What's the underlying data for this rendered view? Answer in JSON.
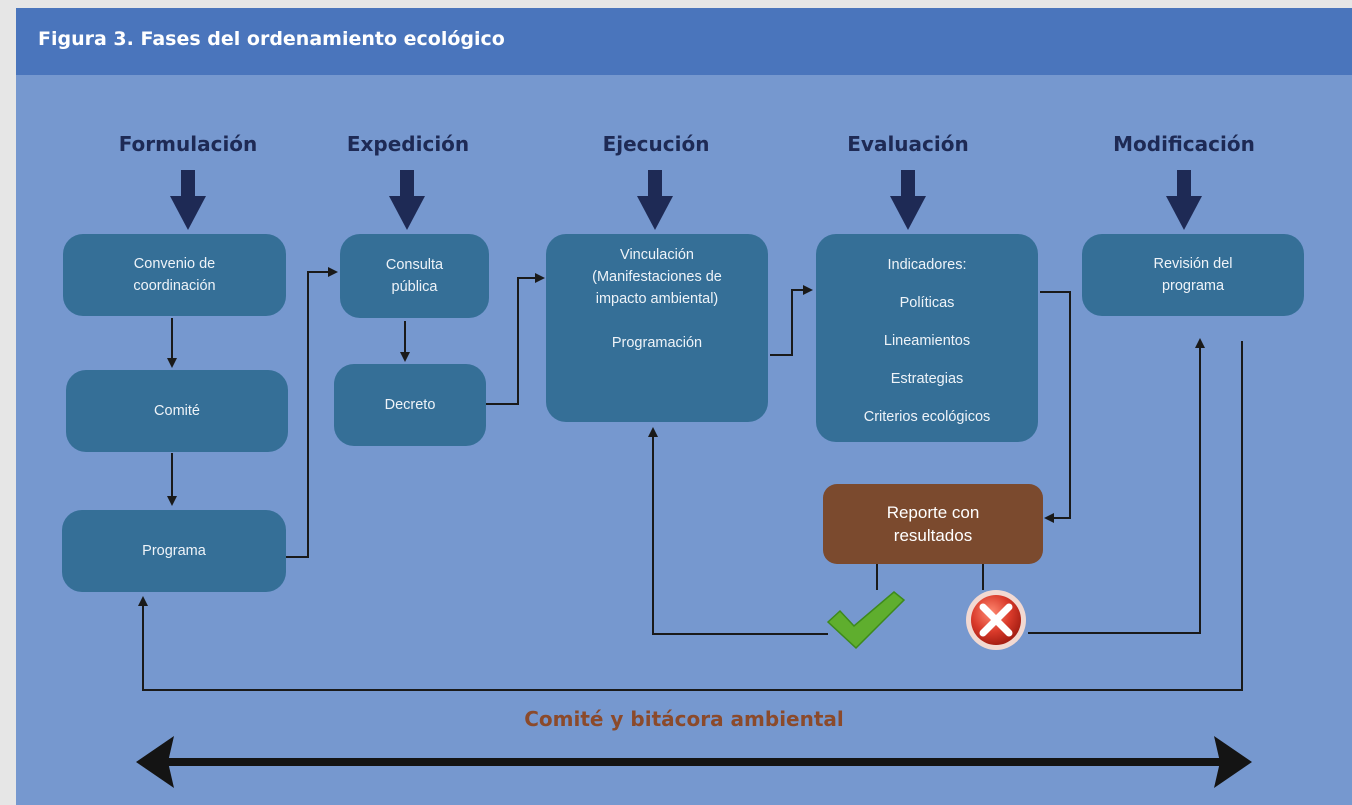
{
  "figure": {
    "title": "Figura 3. Fases del ordenamiento ecológico",
    "phases": [
      "Formulación",
      "Expedición",
      "Ejecución",
      "Evaluación",
      "Modificación"
    ],
    "boxes": {
      "convenio": [
        "Convenio de",
        "coordinación"
      ],
      "comite": [
        "Comité"
      ],
      "programa": [
        "Programa"
      ],
      "consulta": [
        "Consulta",
        "pública"
      ],
      "decreto": [
        "Decreto"
      ],
      "vinculacion": [
        "Vinculación",
        "(Manifestaciones de",
        "impacto ambiental)",
        "",
        "Programación"
      ],
      "indicadores": [
        "Indicadores:",
        "Políticas",
        "Lineamientos",
        "Estrategias",
        "Criterios ecológicos"
      ],
      "revision": [
        "Revisión del",
        "programa"
      ],
      "reporte": [
        "Reporte con",
        "resultados"
      ]
    },
    "bottom_label": "Comité y bitácora ambiental"
  },
  "colors": {
    "background": "#7698cf",
    "title_bar": "#4a75bc",
    "box": "#356f97",
    "report_box": "#7b4a2e",
    "phase_arrow": "#1e2a55",
    "check": "#5fae2e",
    "cross": "#d93a2a",
    "bottom_label": "#8b4a2b"
  },
  "icons": [
    "check-icon",
    "cross-icon",
    "down-arrow-icon",
    "double-arrow-icon"
  ]
}
